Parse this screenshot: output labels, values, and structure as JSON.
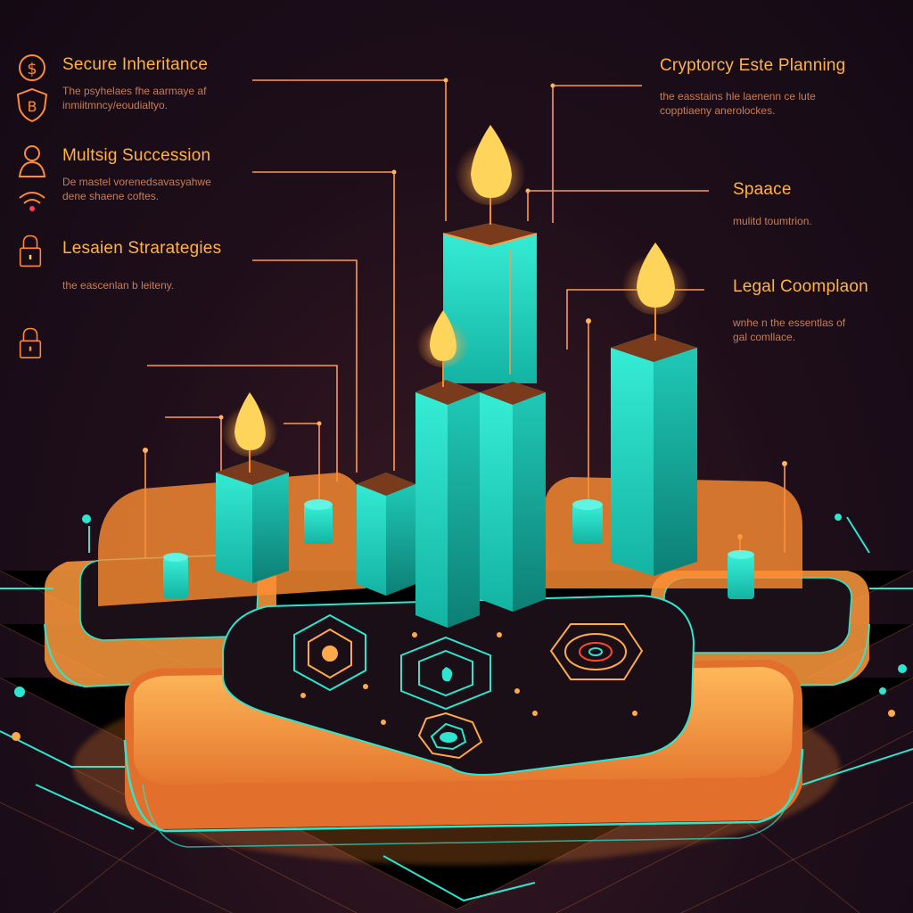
{
  "left_items": [
    {
      "title": "Secure Inheritance",
      "description": "The psyhelaes fhe aarmaye af\ninmiitmncy/eoudialtyo.",
      "icon": "dollar-shield-icon"
    },
    {
      "title": "Multsig Succession",
      "description": "De mastel vorenedsavasyahwe\ndene shaene coftes.",
      "icon": "user-wifi-icon"
    },
    {
      "title": "Lesaien Strarategies",
      "description": "the eascenlan b leiteny.",
      "icon": "padlock-icon"
    },
    {
      "title": "",
      "description": "",
      "icon": "padlock-icon"
    }
  ],
  "right_items": [
    {
      "title": "Cryptorcy Este Planning",
      "description": "the easstains hle laenenn ce lute\ncopptiaeny anerolockes."
    },
    {
      "title": "Spaace",
      "description": "mulitd toumtrion."
    },
    {
      "title": "Legal Coomplaon",
      "description": "wnhe n the essentlas of\ngal comllace."
    }
  ],
  "colors": {
    "orange": "#ffa94d",
    "teal": "#2ee6cf",
    "flame": "#ffd45a",
    "background": "#1a0d18"
  }
}
